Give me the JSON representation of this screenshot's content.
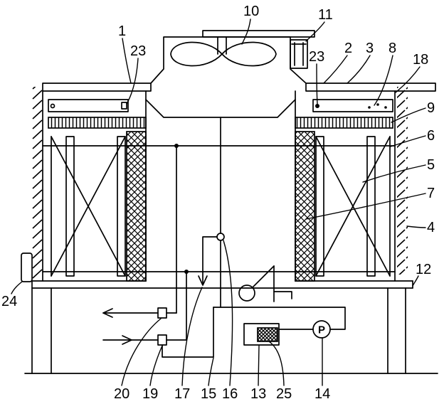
{
  "labels": {
    "n1": "1",
    "n2": "2",
    "n3": "3",
    "n4": "4",
    "n5": "5",
    "n6": "6",
    "n7": "7",
    "n8": "8",
    "n9": "9",
    "n10": "10",
    "n11": "11",
    "n12": "12",
    "n13": "13",
    "n14": "14",
    "n15": "15",
    "n16": "16",
    "n17": "17",
    "n18": "18",
    "n19": "19",
    "n20": "20",
    "n23_left": "23",
    "n23_right": "23",
    "n24": "24",
    "n25": "25"
  },
  "pump_symbol": "P",
  "colors": {
    "line": "#000000",
    "background": "#ffffff"
  }
}
